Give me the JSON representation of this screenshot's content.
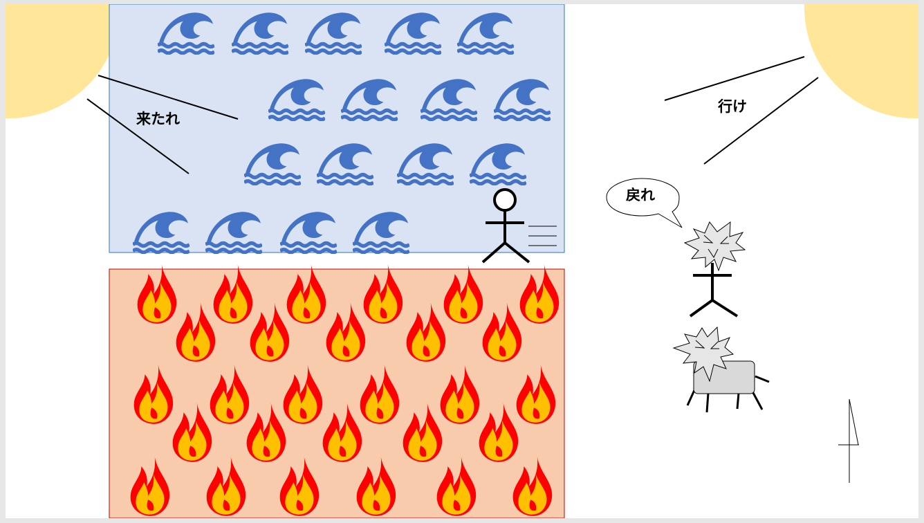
{
  "labels": {
    "come": "来たれ",
    "go": "行け",
    "return": "戻れ"
  },
  "icons": {
    "sun": "sun-quarter",
    "wave": "wave-icon",
    "fire": "fire-icon",
    "stick_figure": "stick-figure",
    "demon": "spiky-burst",
    "animal": "four-legged-animal",
    "sword": "sword"
  },
  "colors": {
    "sun": "#ffe699",
    "water_region": "#dae3f3",
    "water_border": "#2e75b6",
    "wave": "#4472c4",
    "fire_region": "#f8cbad",
    "fire_border": "#c00000",
    "flame_outer": "#ff0000",
    "flame_inner": "#ffc000",
    "burst": "#e7e6e6",
    "animal_body": "#d9d9d9"
  }
}
